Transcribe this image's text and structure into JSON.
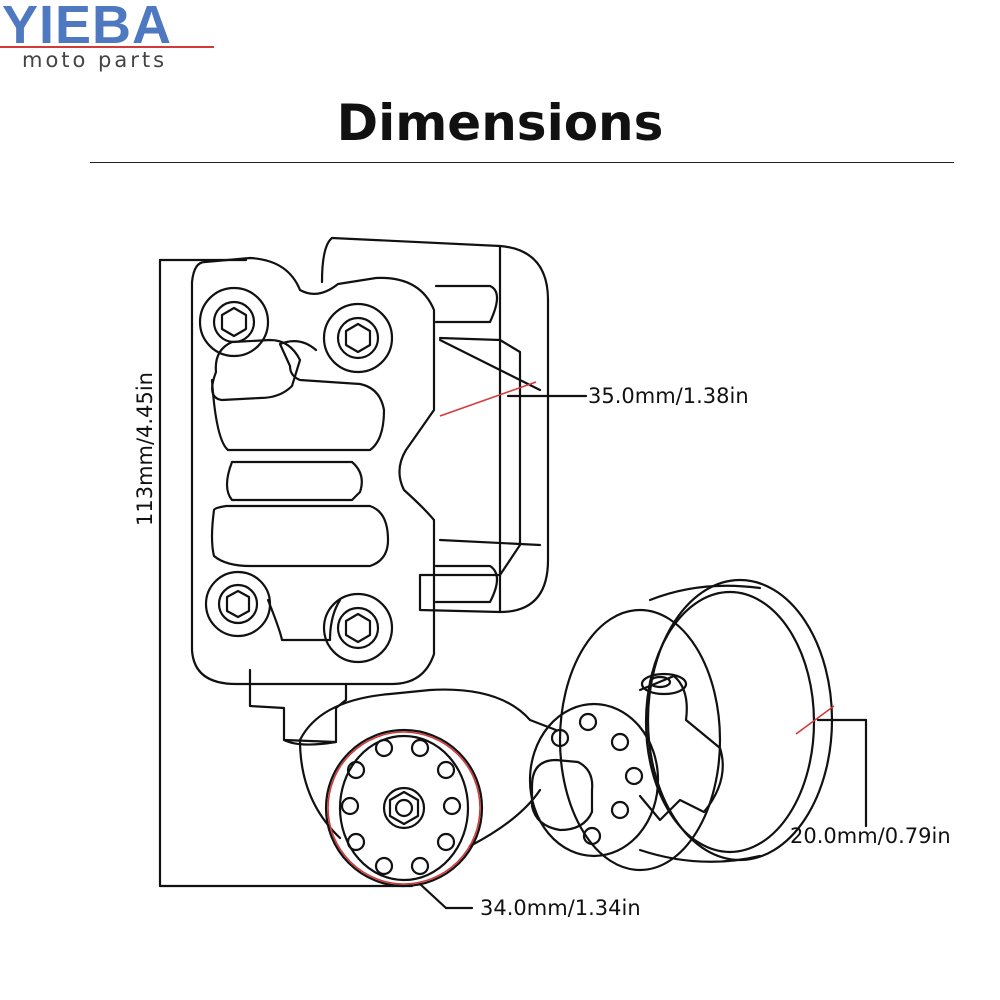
{
  "brand": {
    "name": "YIEBA",
    "tagline": "moto parts",
    "color": "#4e78bf",
    "accent": "#d23a3a"
  },
  "title": "Dimensions",
  "dimensions": {
    "height": "113mm/4.45in",
    "bracket_width": "35.0mm/1.38in",
    "wheel_width": "20.0mm/0.79in",
    "hub_diameter": "34.0mm/1.34in"
  }
}
